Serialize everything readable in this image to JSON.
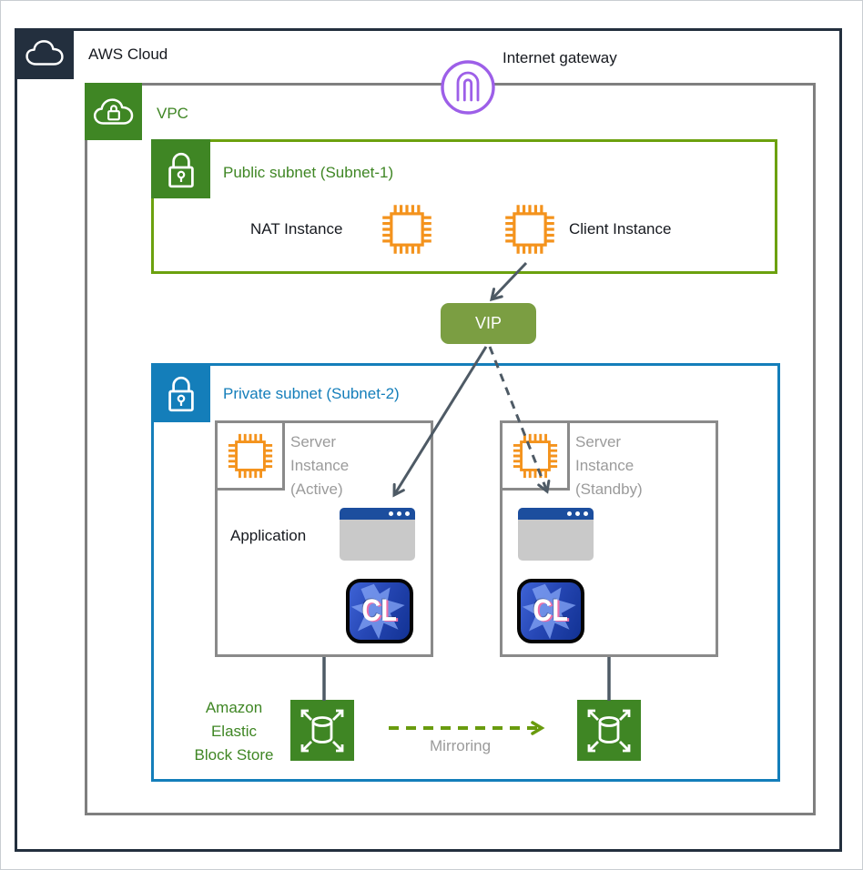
{
  "labels": {
    "aws_cloud": "AWS Cloud",
    "internet_gateway": "Internet gateway",
    "vpc": "VPC",
    "public_subnet": "Public subnet (Subnet-1)",
    "nat_instance": "NAT Instance",
    "client_instance": "Client Instance",
    "vip": "VIP",
    "private_subnet": "Private subnet (Subnet-2)",
    "server_active": "Server\nInstance\n(Active)",
    "server_standby": "Server\nInstance\n(Standby)",
    "application": "Application",
    "cl_badge": "CL",
    "ebs": "Amazon\nElastic\nBlock Store",
    "mirroring": "Mirroring"
  },
  "icons": {
    "aws_cloud_icon": "cloud-outline",
    "vpc_icon": "cloud-with-lock",
    "internet_gateway_icon": "gateway-arch-circle",
    "public_subnet_lock_icon": "padlock",
    "private_subnet_lock_icon": "padlock",
    "nat_instance_icon": "ec2-chip",
    "client_instance_icon": "ec2-chip",
    "server_chip_icon": "ec2-chip",
    "application_window_icon": "browser-window",
    "cl_badge_icon": "cl-splat-logo",
    "ebs_icon": "volume-expand-arrows"
  },
  "colors": {
    "aws_navy": "#232F3E",
    "aws_green": "#3F8624",
    "public_subnet_border": "#6CA10E",
    "private_subnet_blue": "#147EBA",
    "instance_orange": "#F4931D",
    "gateway_purple": "#9D5FE8",
    "vip_olive": "#7B9E42",
    "arrow_slate": "#4E5A65",
    "mirroring_green": "#699B0E",
    "browser_bar_blue": "#1C4E9E",
    "muted_gray": "#9B9B9B"
  }
}
